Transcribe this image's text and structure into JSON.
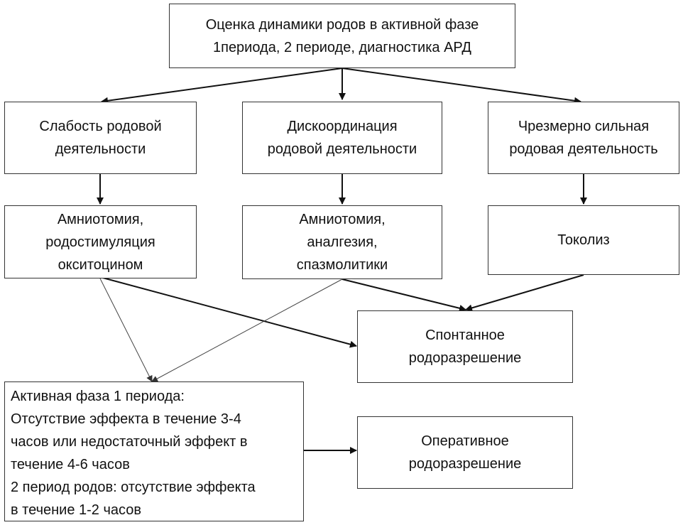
{
  "top": {
    "line1": "Оценка динамики родов в активной фазе",
    "line2": "1периода, 2 периоде, диагностика АРД"
  },
  "row1": [
    {
      "line1": "Слабость родовой",
      "line2": "деятельности"
    },
    {
      "line1": "Дискоординация",
      "line2": "родовой деятельности"
    },
    {
      "line1": "Чрезмерно сильная",
      "line2": "родовая деятельность"
    }
  ],
  "row2": [
    {
      "line1": "Амниотомия,",
      "line2": "родостимуляция",
      "line3": "окситоцином"
    },
    {
      "line1": "Амниотомия,",
      "line2": "аналгезия,",
      "line3": "спазмолитики"
    },
    {
      "line1": "Токолиз"
    }
  ],
  "spontaneous": {
    "line1": "Спонтанное",
    "line2": "родоразрешение"
  },
  "operative": {
    "line1": "Оперативное",
    "line2": "родоразрешение"
  },
  "criteria": {
    "line1": "Активная фаза 1 периода:",
    "line2": "Отсутствие эффекта в течение 3-4",
    "line3": "часов или недостаточный эффект в",
    "line4": "течение 4-6 часов",
    "line5": "2 период родов: отсутствие эффекта",
    "line6": "в течение 1-2 часов"
  }
}
